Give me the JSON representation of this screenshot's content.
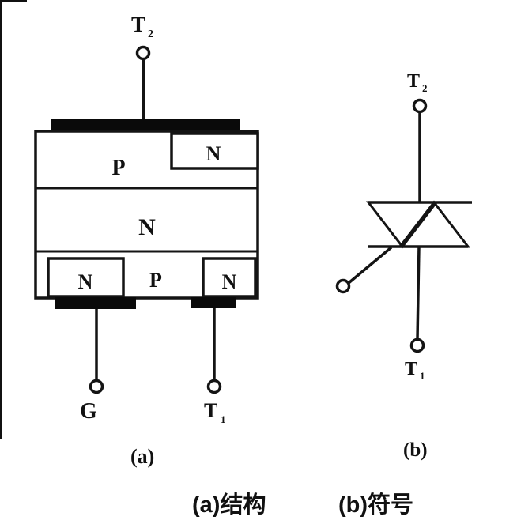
{
  "figure": {
    "structure": {
      "terminal_top": {
        "main": "T",
        "sub": "2"
      },
      "region_p_top": "P",
      "region_n_topright": "N",
      "region_n_middle": "N",
      "region_n_bottomleft": "N",
      "region_p_bottom": "P",
      "region_n_bottomright": "N",
      "terminal_gate": "G",
      "terminal_t1": {
        "main": "T",
        "sub": "1"
      },
      "sublabel": "(a)"
    },
    "symbol": {
      "terminal_top": {
        "main": "T",
        "sub": "2"
      },
      "terminal_bottom": {
        "main": "T",
        "sub": "1"
      },
      "sublabel": "(b)"
    },
    "caption": {
      "a": "(a)结构",
      "b": "(b)符号"
    },
    "colors": {
      "ink": "#141414",
      "electrode": "#0a0a0a",
      "background": "#ffffff"
    }
  }
}
